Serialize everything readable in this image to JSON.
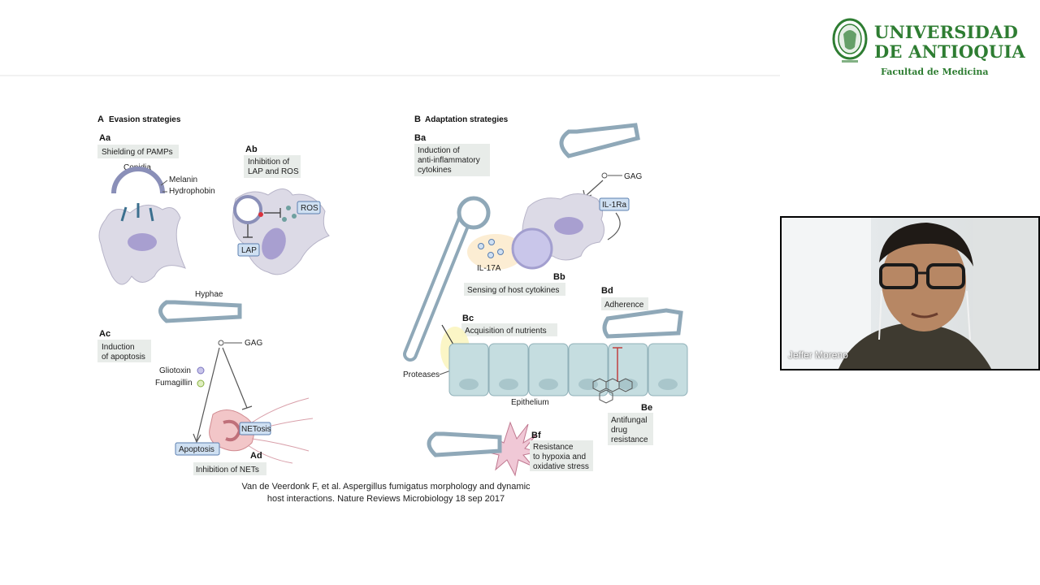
{
  "logo": {
    "line1": "UNIVERSIDAD",
    "line2": "DE ANTIOQUIA",
    "faculty": "Facultad de Medicina",
    "color": "#2e7d32"
  },
  "figure": {
    "sectionA": "Evasion strategies",
    "sectionA_letter": "A",
    "sectionB": "Adaptation strategies",
    "sectionB_letter": "B",
    "Aa": {
      "code": "Aa",
      "title": "Shielding of PAMPs",
      "conidia": "Conidia",
      "melanin": "Melanin",
      "hydrophobin": "Hydrophobin"
    },
    "Ab": {
      "code": "Ab",
      "title1": "Inhibition of",
      "title2": "LAP and ROS",
      "ros": "ROS",
      "lap": "LAP"
    },
    "hyphae": "Hyphae",
    "Ac": {
      "code": "Ac",
      "title1": "Induction",
      "title2": "of apoptosis",
      "gag": "GAG",
      "gliotoxin": "Gliotoxin",
      "fumagillin": "Fumagillin"
    },
    "Ad": {
      "code": "Ad",
      "title": "Inhibition of NETs",
      "netosis": "NETosis",
      "apoptosis": "Apoptosis"
    },
    "Ba": {
      "code": "Ba",
      "title1": "Induction of",
      "title2": "anti-inflammatory",
      "title3": "cytokines",
      "gag": "GAG",
      "il1ra": "IL-1Ra"
    },
    "Bb": {
      "code": "Bb",
      "title": "Sensing of host cytokines",
      "il17a": "IL-17A"
    },
    "Bc": {
      "code": "Bc",
      "title": "Acquisition of nutrients",
      "proteases": "Proteases"
    },
    "Bd": {
      "code": "Bd",
      "title": "Adherence"
    },
    "epithelium": "Epithelium",
    "Be": {
      "code": "Be",
      "title1": "Antifungal",
      "title2": "drug",
      "title3": "resistance"
    },
    "Bf": {
      "code": "Bf",
      "title1": "Resistance",
      "title2": "to hypoxia and",
      "title3": "oxidative stress"
    }
  },
  "citation": {
    "line1": "Van de Veerdonk F, et al. Aspergillus fumigatus morphology and dynamic",
    "line2": "host interactions. Nature Reviews Microbiology 18 sep 2017"
  },
  "video": {
    "participant_name": "Jeffer Moreno"
  }
}
